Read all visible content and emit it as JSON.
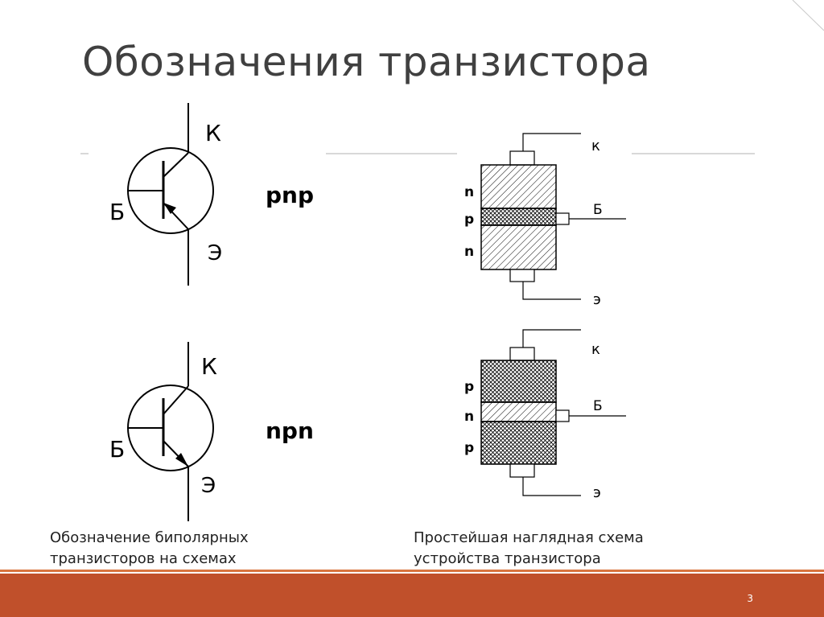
{
  "slide": {
    "title": "Обозначения транзистора",
    "page_number": "3",
    "captions": {
      "left": [
        "Обозначение биполярных",
        "транзисторов на схемах"
      ],
      "right": [
        "Простейшая наглядная схема",
        "устройства транзистора"
      ]
    }
  },
  "symbols": {
    "top": {
      "type_label": "pnp",
      "collector": "К",
      "base": "Б",
      "emitter": "Э"
    },
    "bottom": {
      "type_label": "npn",
      "collector": "К",
      "base": "Б",
      "emitter": "Э"
    }
  },
  "structures": {
    "top": {
      "layers": [
        "n",
        "p",
        "n"
      ],
      "collector": "к",
      "base": "Б",
      "emitter": "э"
    },
    "bottom": {
      "layers": [
        "p",
        "n",
        "p"
      ],
      "collector": "к",
      "base": "Б",
      "emitter": "э"
    }
  },
  "colors": {
    "accent": "#c0502b",
    "accent_light": "#d9743f",
    "title": "#404040"
  }
}
